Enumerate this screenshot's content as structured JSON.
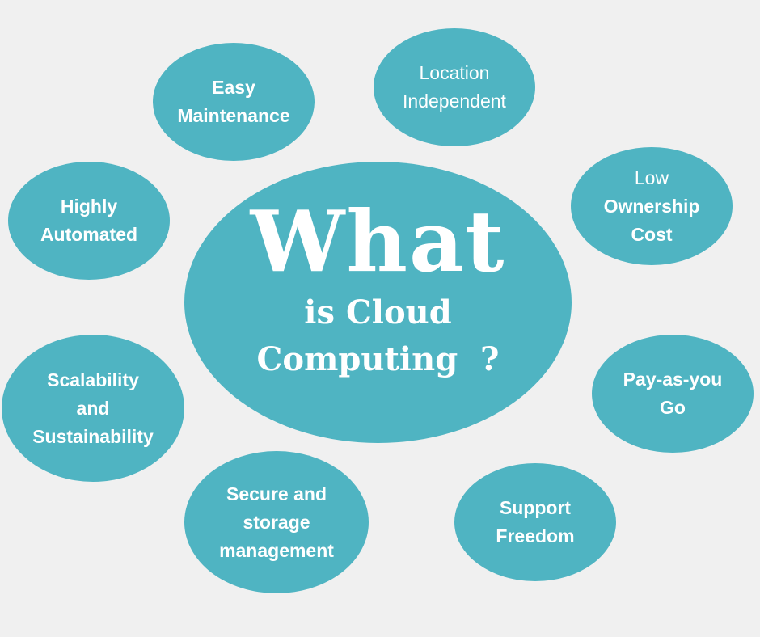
{
  "title": {
    "line1": "What",
    "line2": "is Cloud",
    "line3": "Computing  ?"
  },
  "bubbles": [
    {
      "lines": [
        "Easy",
        "Maintenance"
      ]
    },
    {
      "lines": [
        "Location",
        "Independent"
      ]
    },
    {
      "lines": [
        "Low",
        "Ownership",
        "Cost"
      ]
    },
    {
      "lines": [
        "Highly",
        "Automated"
      ]
    },
    {
      "lines": [
        "Scalability",
        "and",
        "Sustainability"
      ]
    },
    {
      "lines": [
        "Pay-as-you",
        "Go"
      ]
    },
    {
      "lines": [
        "Secure and",
        "storage",
        "management"
      ]
    },
    {
      "lines": [
        "Support",
        "Freedom"
      ]
    }
  ],
  "colors": {
    "bubble": "#4fb4c2",
    "background": "#f0f0f0",
    "text": "#ffffff"
  }
}
